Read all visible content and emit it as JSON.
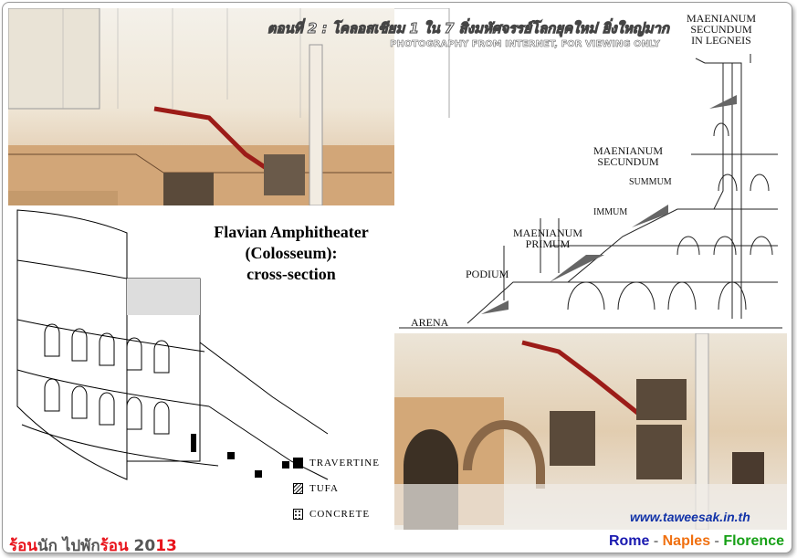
{
  "header": {
    "title_thai": "ตอนที่ 2 : โคลอสเซียม 1 ใน 7 สิ่งมหัศจรรย์โลกยุคใหม่ ยิ่งใหญ่มาก",
    "subtitle": "PHOTOGRAPHY FROM INTERNET, FOR VIEWING ONLY"
  },
  "diagram": {
    "title": "Flavian Amphitheater (Colosseum): cross-section",
    "title_lines": [
      "Flavian Amphitheater",
      "(Colosseum):",
      "cross-section"
    ],
    "legend": [
      "TRAVERTINE",
      "TUFA",
      "CONCRETE"
    ]
  },
  "section_labels": {
    "arena": "ARENA",
    "podium": "PODIUM",
    "primum": [
      "MAENIANUM",
      "PRIMUM"
    ],
    "immum": "IMMUM",
    "summum": "SUMMUM",
    "secundum": [
      "MAENIANUM",
      "SECUNDUM"
    ],
    "legneis": [
      "MAENIANUM",
      "SECUNDUM",
      "IN LEGNEIS"
    ]
  },
  "watermark_url": "www.taweesak.in.th",
  "footer": {
    "left_parts": [
      "ร้อน",
      "นัก ไปพัก",
      "ร้อน",
      " 20",
      "13"
    ],
    "cities": [
      "Rome",
      "Naples",
      "Florence"
    ],
    "separator": " - "
  },
  "colors": {
    "red": "#e8141c",
    "gray": "#555555",
    "rome": "#1a1ab0",
    "naples": "#f07010",
    "florence": "#16a016"
  }
}
